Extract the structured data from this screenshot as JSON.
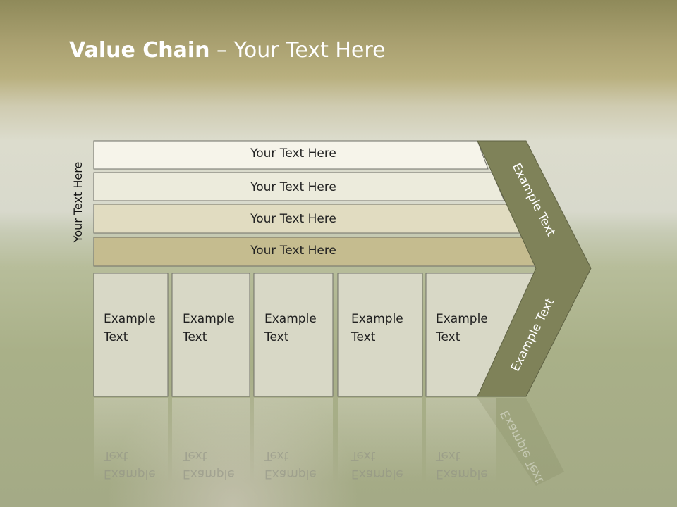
{
  "slide": {
    "title_bold": "Value Chain",
    "title_rest": " – Your Text Here",
    "side_label": "Your Text Here"
  },
  "rows": [
    {
      "label": "Your Text Here",
      "fill": "#f6f4ea"
    },
    {
      "label": "Your Text Here",
      "fill": "#ecebdc"
    },
    {
      "label": "Your Text Here",
      "fill": "#e1dcc1"
    },
    {
      "label": "Your Text Here",
      "fill": "#c5bc8f"
    }
  ],
  "cells": [
    {
      "line1": "Example",
      "line2": "Text"
    },
    {
      "line1": "Example",
      "line2": "Text"
    },
    {
      "line1": "Example",
      "line2": "Text"
    },
    {
      "line1": "Example",
      "line2": "Text"
    },
    {
      "line1": "Example",
      "line2": "Text"
    }
  ],
  "chevron": {
    "upper_label": "Example Text",
    "lower_label": "Example Text",
    "color": "#7f8259"
  },
  "colors": {
    "cell_fill": "#d8d8c6",
    "border": "#6f6f68"
  }
}
